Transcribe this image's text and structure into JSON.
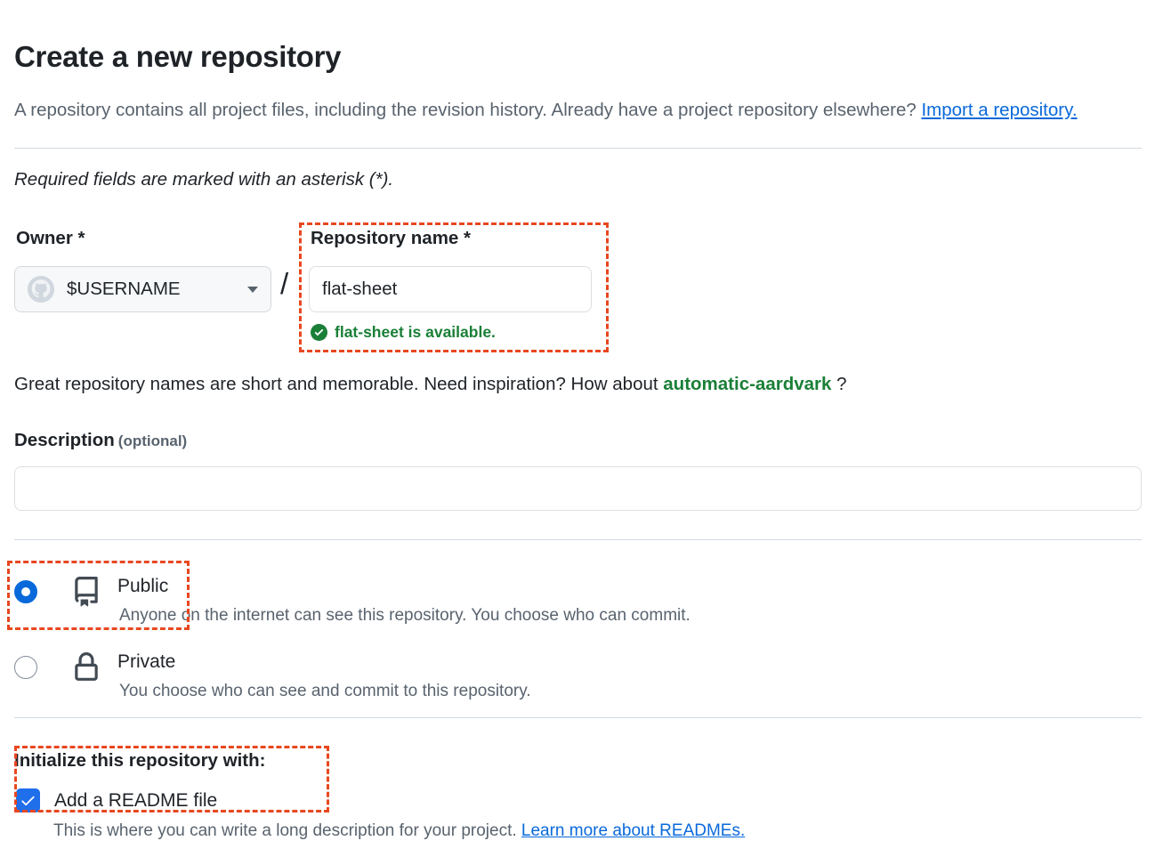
{
  "header": {
    "title": "Create a new repository",
    "subtitle_part1": "A repository contains all project files, including the revision history. Already have a project repository elsewhere? ",
    "import_link": "Import a repository."
  },
  "required_note": "Required fields are marked with an asterisk (*).",
  "owner": {
    "label": "Owner *",
    "value": "$USERNAME",
    "avatar_icon": "github-octocat-avatar",
    "caret_icon": "chevron-down-icon",
    "separator": "/"
  },
  "repository_name": {
    "label": "Repository name *",
    "value": "flat-sheet",
    "placeholder": "",
    "availability_icon": "check-circle-icon",
    "availability_text": "flat-sheet is available.",
    "availability_color": "#1a7f37"
  },
  "inspiration": {
    "prefix": "Great repository names are short and memorable. Need inspiration? How about ",
    "suggestion": "automatic-aardvark",
    "suffix": " ?"
  },
  "description": {
    "label": "Description",
    "optional": "(optional)",
    "value": "",
    "placeholder": ""
  },
  "visibility": {
    "options": [
      {
        "id": "public",
        "icon": "repo-book-icon",
        "title": "Public",
        "description": "Anyone on the internet can see this repository. You choose who can commit.",
        "selected": true
      },
      {
        "id": "private",
        "icon": "lock-icon",
        "title": "Private",
        "description": "You choose who can see and commit to this repository.",
        "selected": false
      }
    ]
  },
  "initialize": {
    "label": "Initialize this repository with:",
    "readme": {
      "checked": true,
      "label": "Add a README file",
      "description_prefix": "This is where you can write a long description for your project. ",
      "description_link": "Learn more about READMEs."
    }
  },
  "colors": {
    "accent_blue": "#0969da",
    "success_green": "#1a7f37",
    "annotation_orange": "#e8471f",
    "muted_text": "#59636e",
    "border": "#d1d9e0"
  }
}
